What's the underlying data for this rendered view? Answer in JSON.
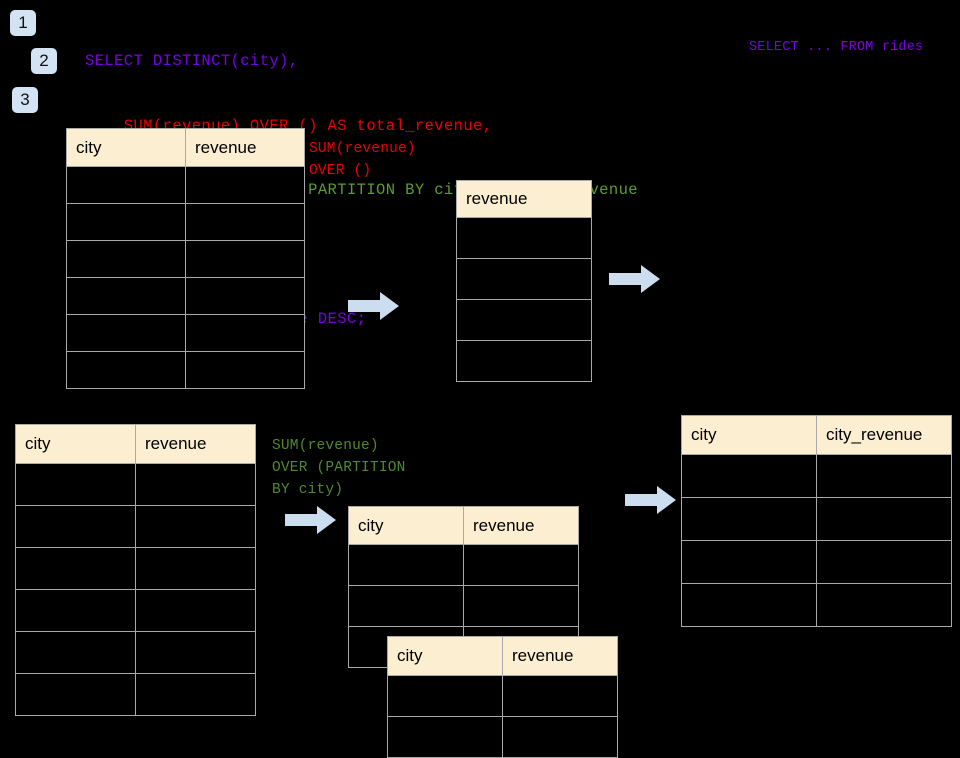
{
  "page": {
    "background": "#000000",
    "header_fill": "#fceed0",
    "grid_line": "#a9a9a9",
    "arrow_fill": "#ccddf0",
    "badge_fill": "#d3e3f3"
  },
  "steps": [
    {
      "label": "1"
    },
    {
      "label": "2"
    },
    {
      "label": "3"
    }
  ],
  "sql": {
    "lines": [
      {
        "text": "SELECT DISTINCT(city),",
        "color": "purple"
      },
      {
        "text": "    SUM(revenue) OVER () AS total_revenue,",
        "color": "red"
      },
      {
        "text": "    SUM(revenue) OVER (PARTITION BY city) as city_revenue",
        "color": "green"
      },
      {
        "text": "  FROM rides",
        "color": "purple"
      },
      {
        "text": "  ORDER by city_revenue DESC;",
        "color": "purple"
      }
    ]
  },
  "side_note": {
    "text": "SELECT ... FROM rides",
    "color": "#7a00e6"
  },
  "annotations": {
    "total_revenue": {
      "text": "SUM(revenue)\nOVER ()",
      "color": "red"
    },
    "city_revenue": {
      "text": "SUM(revenue)\nOVER (PARTITION\nBY city)",
      "color": "green"
    }
  },
  "tables": {
    "source_top": {
      "headers": [
        "city",
        "revenue"
      ],
      "body_rows": 6
    },
    "total_revenue": {
      "headers": [
        "revenue"
      ],
      "body_rows": 4
    },
    "source_bottom": {
      "headers": [
        "city",
        "revenue"
      ],
      "body_rows": 6
    },
    "partition_a": {
      "headers": [
        "city",
        "revenue"
      ],
      "body_rows": 3
    },
    "partition_b": {
      "headers": [
        "city",
        "revenue"
      ],
      "body_rows": 2
    },
    "result": {
      "headers": [
        "city",
        "city_revenue"
      ],
      "body_rows": 4
    }
  },
  "arrows": [
    {
      "name": "arrow-top-left"
    },
    {
      "name": "arrow-top-right"
    },
    {
      "name": "arrow-bottom-left"
    },
    {
      "name": "arrow-bottom-right"
    }
  ]
}
